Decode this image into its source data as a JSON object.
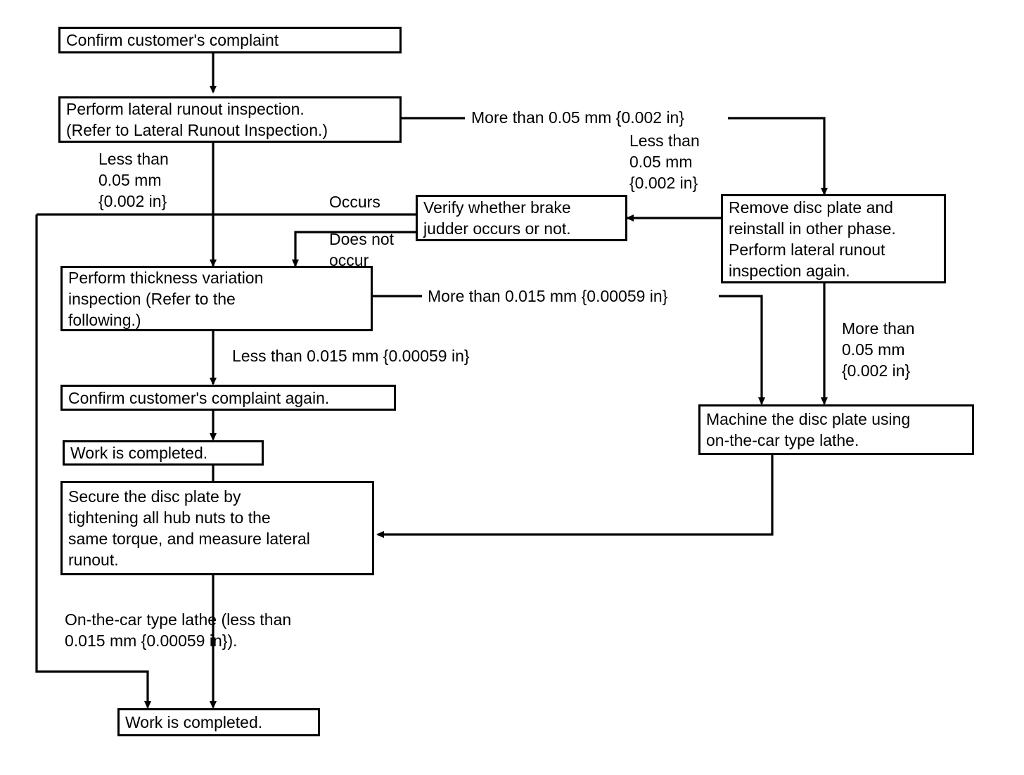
{
  "diagram": {
    "title": "Brake judder / disc plate runout diagnostic flowchart",
    "line_color": "#000000",
    "box_fill": "#ffffff",
    "nodes": {
      "confirm_complaint": "Confirm customer's complaint",
      "lateral_runout": "Perform lateral runout inspection.\n(Refer to Lateral Runout Inspection.)",
      "verify_judder": "Verify whether brake\njudder occurs or not.",
      "remove_disc": "Remove disc plate and\nreinstall in other phase.\nPerform lateral runout\ninspection again.",
      "thickness_variation": "Perform thickness variation\ninspection (Refer to the\nfollowing.)",
      "confirm_again": "Confirm customer's complaint again.",
      "work_completed_mid": "Work is completed.",
      "secure_disc": "Secure the disc plate by\ntightening all hub nuts to the\nsame torque, and measure lateral\nrunout.",
      "machine_disc": "Machine the disc plate using\non-the-car type lathe.",
      "work_completed_end": "Work is completed."
    },
    "labels": {
      "more_than_005_top": "More than 0.05 mm {0.002 in}",
      "less_than_005_left": "Less than\n0.05 mm\n{0.002 in}",
      "less_than_005_right": "Less than\n0.05 mm\n{0.002 in}",
      "occurs": "Occurs",
      "does_not_occur": "Does not\noccur",
      "more_than_0015": "More than 0.015 mm {0.00059 in}",
      "less_than_0015": "Less than 0.015 mm {0.00059 in}",
      "more_than_005_right": "More than\n0.05 mm\n{0.002 in}",
      "on_the_car_lathe": "On-the-car type lathe (less than\n0.015 mm {0.00059 in})."
    }
  }
}
